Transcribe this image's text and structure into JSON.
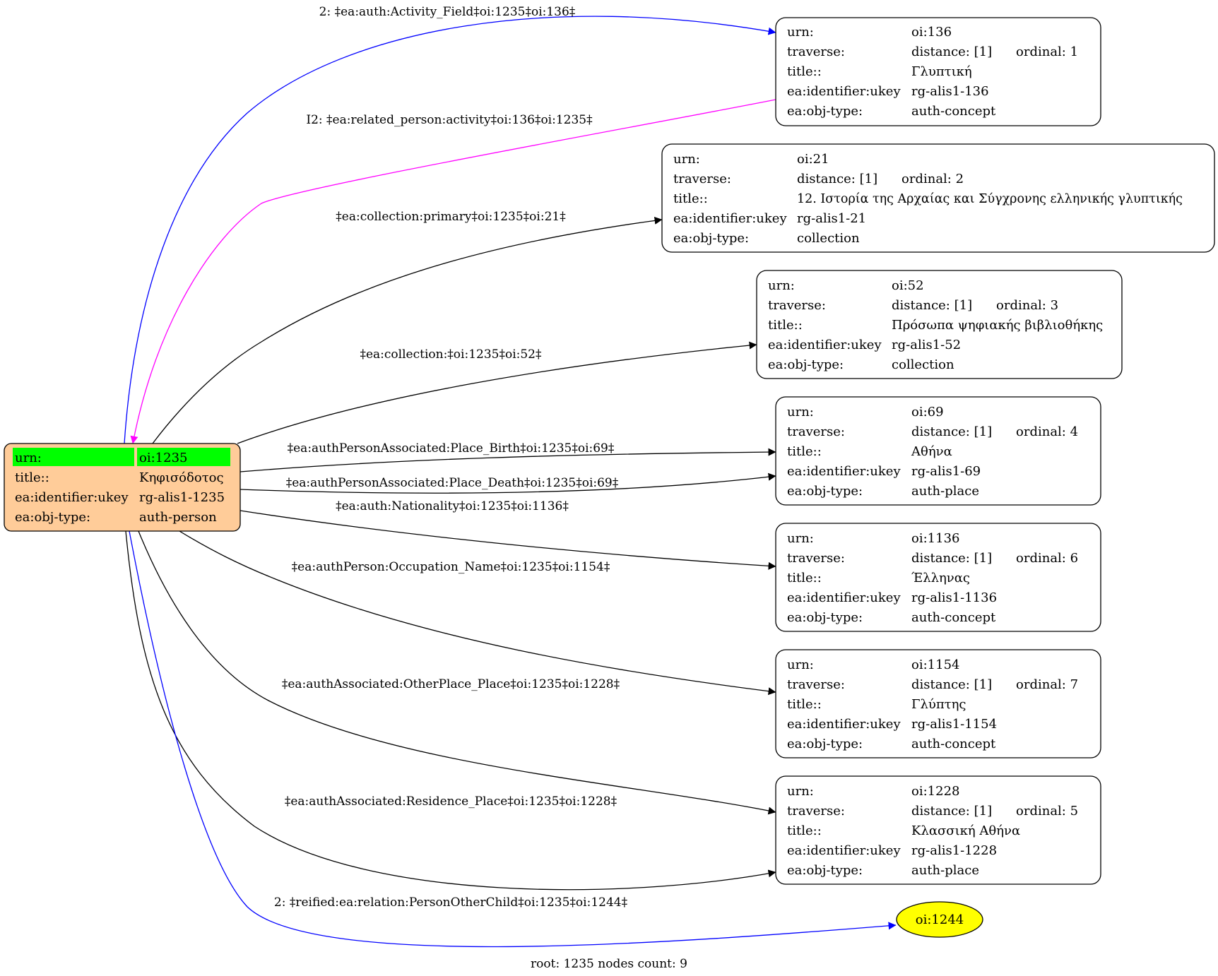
{
  "graph": {
    "footer": "root: 1235 nodes count: 9",
    "root": {
      "fill": "#ffcc99",
      "highlight": "#00ff00",
      "rows": [
        [
          "urn:",
          "oi:1235"
        ],
        [
          "title::",
          "Κηφισόδοτος"
        ],
        [
          "ea:identifier:ukey",
          "rg-alis1-1235"
        ],
        [
          "ea:obj-type:",
          "auth-person"
        ]
      ]
    },
    "nodes": [
      {
        "id": "oi136",
        "rows": [
          [
            "urn:",
            "oi:136"
          ],
          [
            "traverse:",
            "distance: [1]",
            "ordinal: 1"
          ],
          [
            "title::",
            "Γλυπτική"
          ],
          [
            "ea:identifier:ukey",
            "rg-alis1-136"
          ],
          [
            "ea:obj-type:",
            "auth-concept"
          ]
        ]
      },
      {
        "id": "oi21",
        "rows": [
          [
            "urn:",
            "oi:21"
          ],
          [
            "traverse:",
            "distance: [1]",
            "ordinal: 2"
          ],
          [
            "title::",
            "12. Ιστορία της Αρχαίας και Σύγχρονης ελληνικής γλυπτικής"
          ],
          [
            "ea:identifier:ukey",
            "rg-alis1-21"
          ],
          [
            "ea:obj-type:",
            "collection"
          ]
        ]
      },
      {
        "id": "oi52",
        "rows": [
          [
            "urn:",
            "oi:52"
          ],
          [
            "traverse:",
            "distance: [1]",
            "ordinal: 3"
          ],
          [
            "title::",
            "Πρόσωπα ψηφιακής βιβλιοθήκης"
          ],
          [
            "ea:identifier:ukey",
            "rg-alis1-52"
          ],
          [
            "ea:obj-type:",
            "collection"
          ]
        ]
      },
      {
        "id": "oi69",
        "rows": [
          [
            "urn:",
            "oi:69"
          ],
          [
            "traverse:",
            "distance: [1]",
            "ordinal: 4"
          ],
          [
            "title::",
            "Αθήνα"
          ],
          [
            "ea:identifier:ukey",
            "rg-alis1-69"
          ],
          [
            "ea:obj-type:",
            "auth-place"
          ]
        ]
      },
      {
        "id": "oi1136",
        "rows": [
          [
            "urn:",
            "oi:1136"
          ],
          [
            "traverse:",
            "distance: [1]",
            "ordinal: 6"
          ],
          [
            "title::",
            "Έλληνας"
          ],
          [
            "ea:identifier:ukey",
            "rg-alis1-1136"
          ],
          [
            "ea:obj-type:",
            "auth-concept"
          ]
        ]
      },
      {
        "id": "oi1154",
        "rows": [
          [
            "urn:",
            "oi:1154"
          ],
          [
            "traverse:",
            "distance: [1]",
            "ordinal: 7"
          ],
          [
            "title::",
            "Γλύπτης"
          ],
          [
            "ea:identifier:ukey",
            "rg-alis1-1154"
          ],
          [
            "ea:obj-type:",
            "auth-concept"
          ]
        ]
      },
      {
        "id": "oi1228",
        "rows": [
          [
            "urn:",
            "oi:1228"
          ],
          [
            "traverse:",
            "distance: [1]",
            "ordinal: 5"
          ],
          [
            "title::",
            "Κλασσική Αθήνα"
          ],
          [
            "ea:identifier:ukey",
            "rg-alis1-1228"
          ],
          [
            "ea:obj-type:",
            "auth-place"
          ]
        ]
      }
    ],
    "leaf": {
      "label": "oi:1244",
      "fill": "#ffff00"
    },
    "edges": [
      {
        "label": "2: ‡ea:auth:Activity_Field‡oi:1235‡oi:136‡",
        "color": "#0000ff"
      },
      {
        "label": "I2: ‡ea:related_person:activity‡oi:136‡oi:1235‡",
        "color": "#ff00ff"
      },
      {
        "label": "‡ea:collection:primary‡oi:1235‡oi:21‡",
        "color": "#000000"
      },
      {
        "label": "‡ea:collection:‡oi:1235‡oi:52‡",
        "color": "#000000"
      },
      {
        "label": "‡ea:authPersonAssociated:Place_Birth‡oi:1235‡oi:69‡",
        "color": "#000000"
      },
      {
        "label": "‡ea:authPersonAssociated:Place_Death‡oi:1235‡oi:69‡",
        "color": "#000000"
      },
      {
        "label": "‡ea:auth:Nationality‡oi:1235‡oi:1136‡",
        "color": "#000000"
      },
      {
        "label": "‡ea:authPerson:Occupation_Name‡oi:1235‡oi:1154‡",
        "color": "#000000"
      },
      {
        "label": "‡ea:authAssociated:OtherPlace_Place‡oi:1235‡oi:1228‡",
        "color": "#000000"
      },
      {
        "label": "‡ea:authAssociated:Residence_Place‡oi:1235‡oi:1228‡",
        "color": "#000000"
      },
      {
        "label": "2: ‡reified:ea:relation:PersonOtherChild‡oi:1235‡oi:1244‡",
        "color": "#0000ff"
      }
    ]
  }
}
